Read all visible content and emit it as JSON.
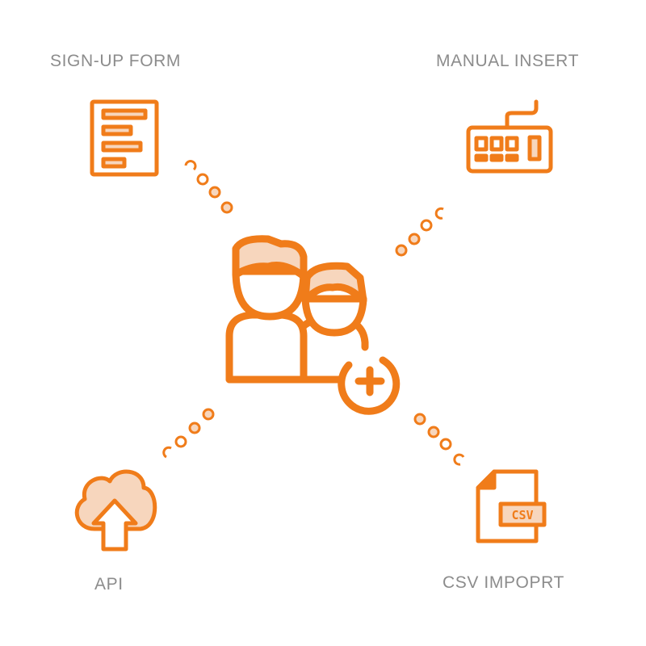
{
  "sources": {
    "signup": {
      "label": "SIGN-UP FORM",
      "icon": "form-document-icon"
    },
    "manual": {
      "label": "MANUAL INSERT",
      "icon": "keyboard-icon"
    },
    "api": {
      "label": "API",
      "icon": "cloud-upload-icon"
    },
    "csv": {
      "label": "CSV IMPOPRT",
      "icon": "csv-file-icon",
      "badge": "CSV"
    }
  },
  "center": {
    "icon": "add-users-icon"
  },
  "colors": {
    "accent": "#f07c1a",
    "fill": "#f7d6bd",
    "label": "#8c8c8c"
  }
}
